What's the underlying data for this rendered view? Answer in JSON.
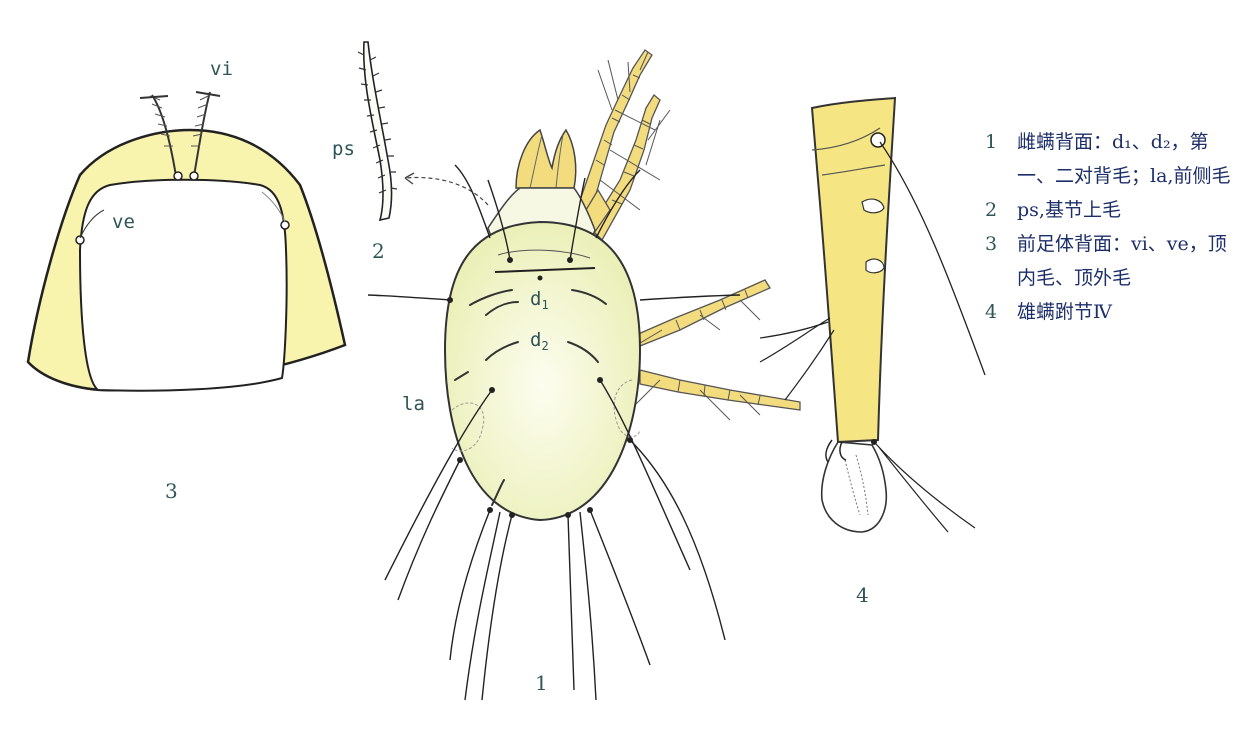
{
  "labels": {
    "vi": "vi",
    "ve": "ve",
    "ps": "ps",
    "d1": "d",
    "d1_sub": "1",
    "d2": "d",
    "d2_sub": "2",
    "la": "la"
  },
  "figure_numbers": {
    "fig1": "1",
    "fig2": "2",
    "fig3": "3",
    "fig4": "4"
  },
  "legend": [
    {
      "num": "1",
      "text": "雌螨背面：d₁、d₂，第一、二对背毛；la,前侧毛"
    },
    {
      "num": "2",
      "text": "ps,基节上毛"
    },
    {
      "num": "3",
      "text": "前足体背面：vi、ve，顶内毛、顶外毛"
    },
    {
      "num": "4",
      "text": "雄螨跗节Ⅳ"
    }
  ],
  "colors": {
    "body_fill": "#f1f2c8",
    "plate_fill": "#f8f3ad",
    "leg_fill": "#f2dc7e",
    "tarsus_fill": "#f6e683",
    "outline": "#1e1e1e",
    "label": "#2f5558",
    "legend_text": "#1d2f6a"
  }
}
